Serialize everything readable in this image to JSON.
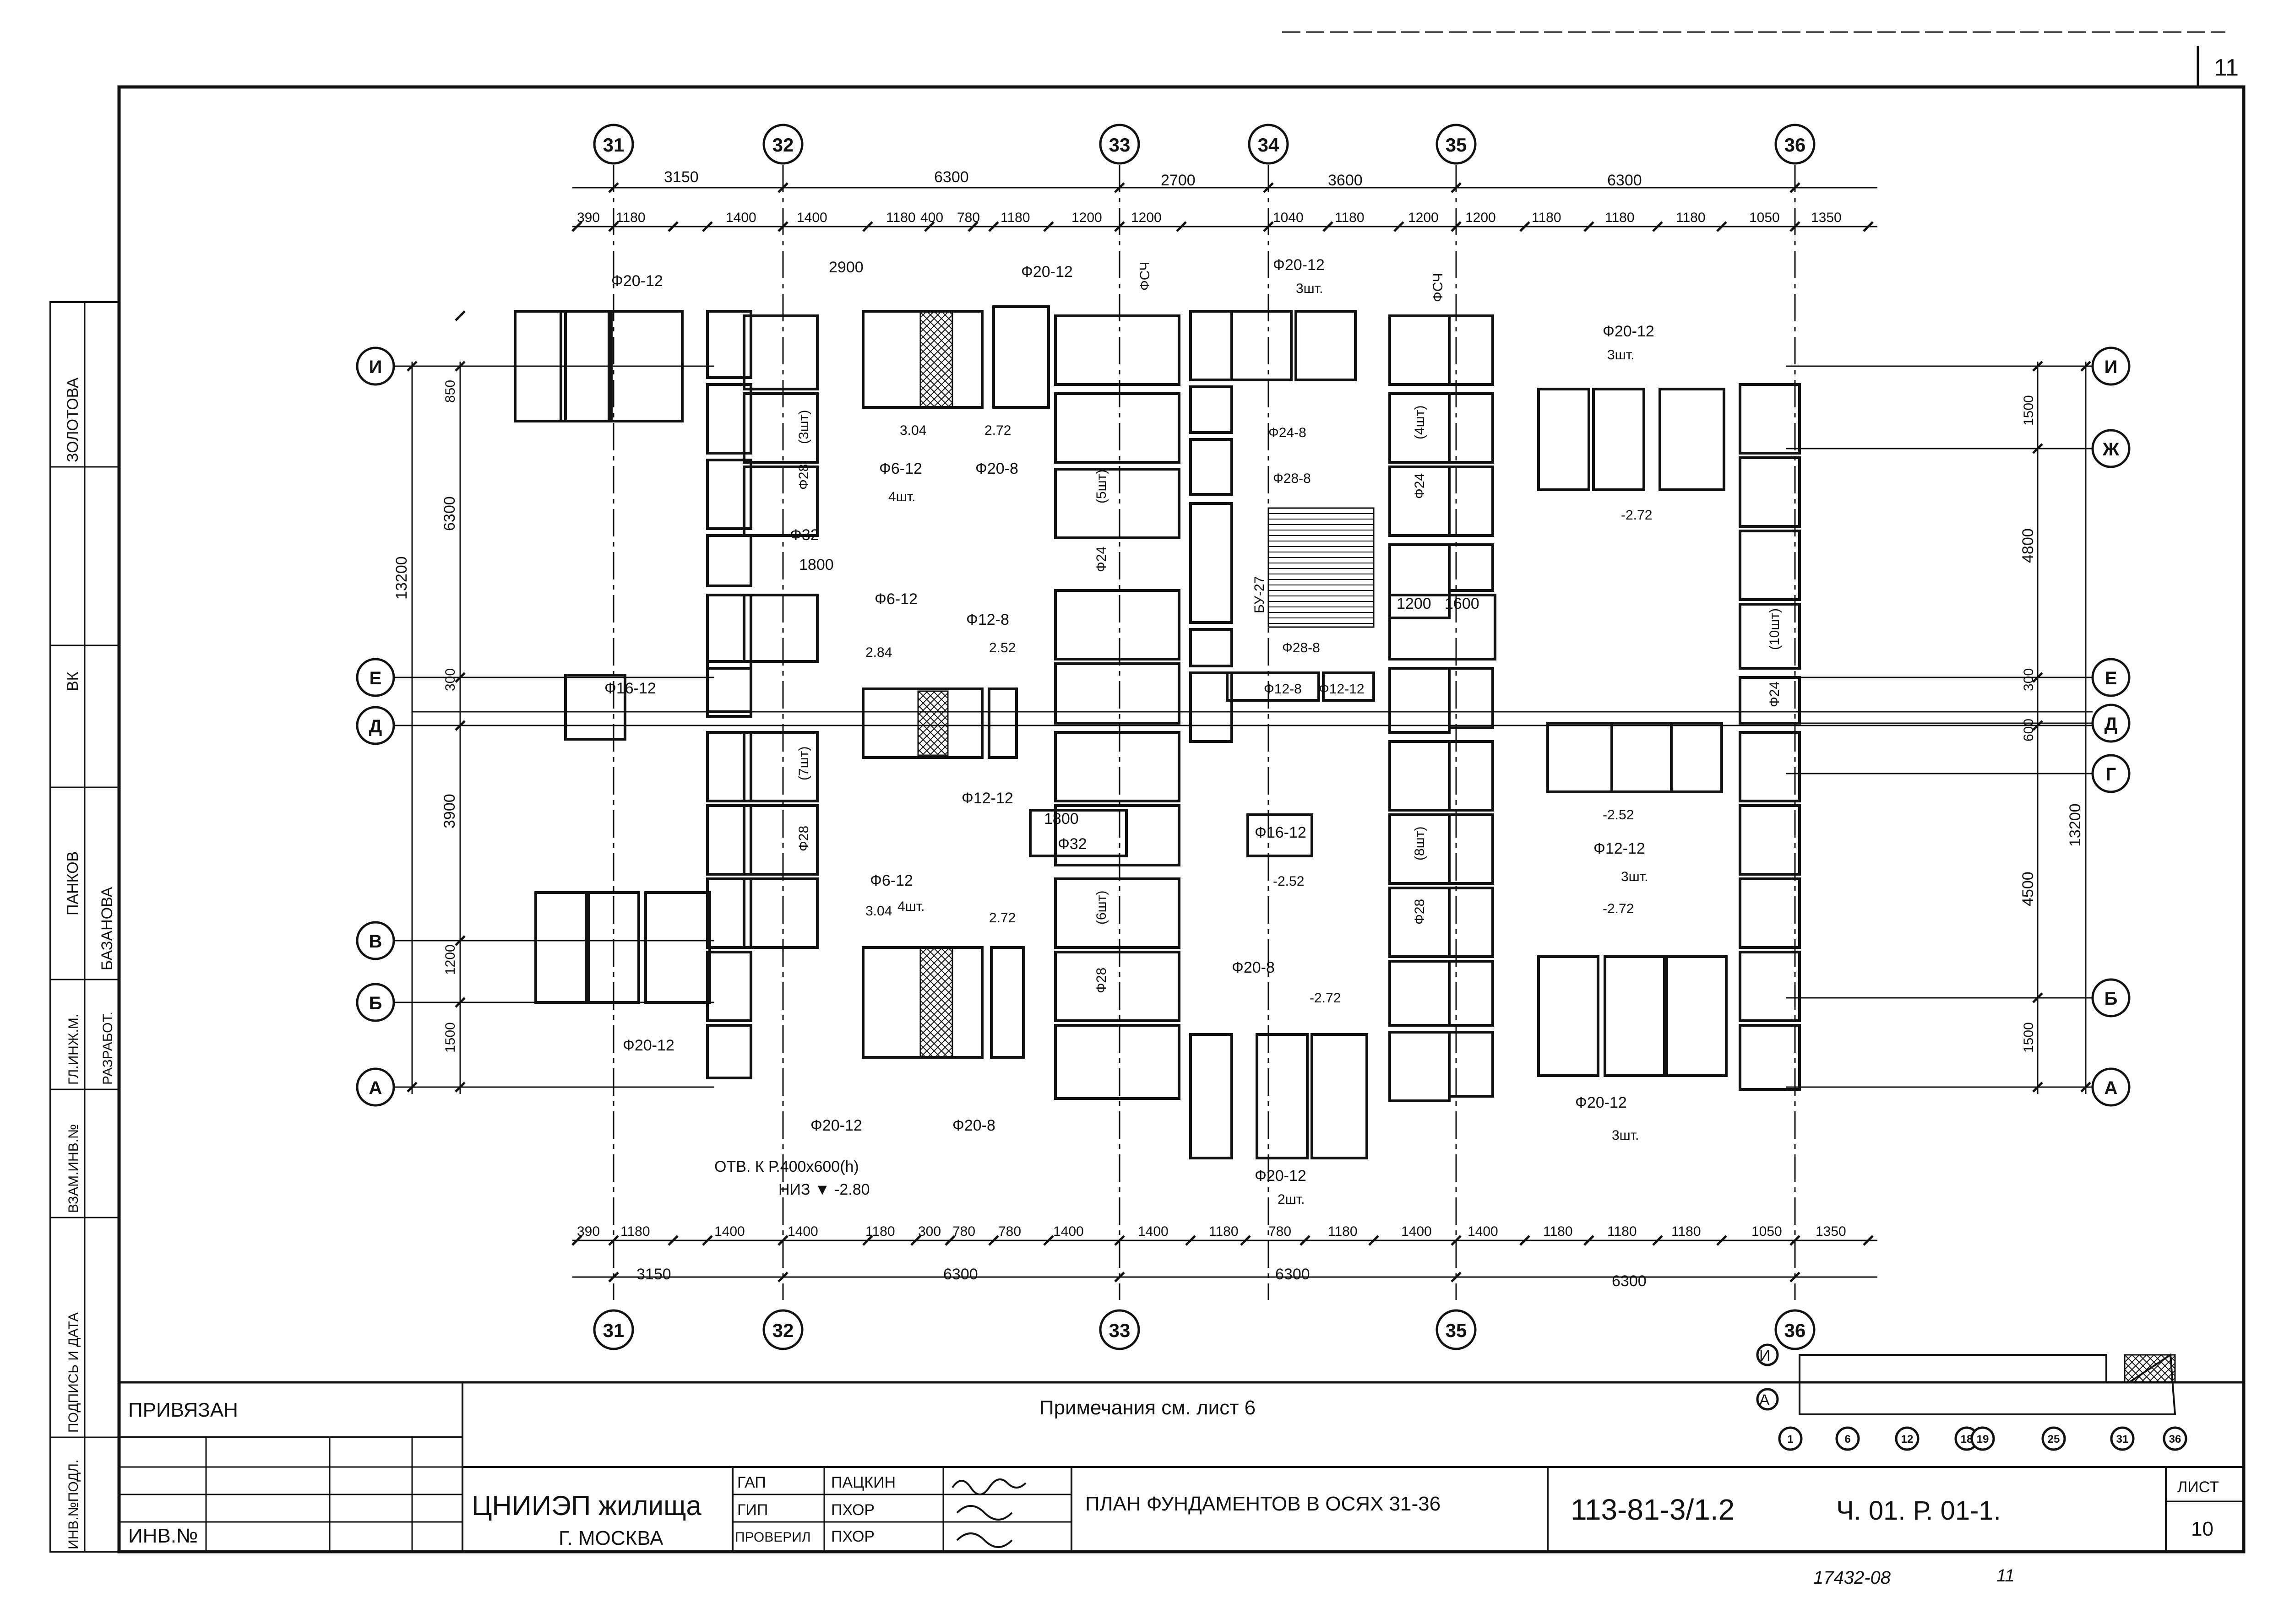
{
  "sheet": {
    "page_number": "11",
    "sheet_label": "ЛИСТ",
    "sheet_no": "10",
    "doc_code": "113-81-3/1.2",
    "part_code": "Ч. 01. Р. 01-1.",
    "title": "ПЛАН ФУНДАМЕНТОВ В ОСЯХ 31-36",
    "org": "ЦНИИЭП жилища",
    "city": "Г. МОСКВА",
    "note": "Примечания см. лист 6",
    "bound": "ПРИВЯЗАН",
    "inv_no": "ИНВ.№",
    "stamp_bottom": "17432-08",
    "stamp_bottom_right": "11",
    "roles": [
      {
        "role": "ГАП",
        "name": "ПАЦКИН"
      },
      {
        "role": "ГИП",
        "name": "ПХОР"
      },
      {
        "role": "ПРОВЕРИЛ",
        "name": "ПХОР"
      }
    ],
    "side_rows": [
      {
        "role": "ВК",
        "name": "ЗОЛОТОВА"
      },
      {
        "role": "ГЛ.ИНЖ.М.",
        "name": "ПАНКОВ"
      },
      {
        "role": "РАЗРАБОТ.",
        "name": "БАЗАНОВА"
      }
    ],
    "side_fields": [
      "ВЗАМ.ИНВ.№",
      "ПОДПИСЬ И ДАТА",
      "ИНВ.№ПОДЛ."
    ]
  },
  "axes": {
    "vertical": [
      "31",
      "32",
      "33",
      "34",
      "35",
      "36"
    ],
    "horizontal_left": [
      "И",
      "Е",
      "Д",
      "В",
      "Б",
      "А"
    ],
    "horizontal_right": [
      "И",
      "Ж",
      "Е",
      "Д",
      "Г",
      "Б",
      "А"
    ]
  },
  "dims": {
    "top_spans": [
      "3150",
      "6300",
      "2700",
      "3600",
      "6300"
    ],
    "top_detail": [
      "390",
      "1180",
      "1400",
      "1400",
      "1180",
      "400",
      "780",
      "1180",
      "1200",
      "1200",
      "1040",
      "1180",
      "1200",
      "1200",
      "1180",
      "1180",
      "1180",
      "1050",
      "1350"
    ],
    "bottom_spans": [
      "3150",
      "6300",
      "6300",
      "6300"
    ],
    "bottom_detail": [
      "390",
      "1180",
      "1400",
      "1400",
      "1180",
      "300",
      "780",
      "780",
      "1400",
      "1400",
      "1180",
      "780",
      "1180",
      "1400",
      "1400",
      "1180",
      "1180",
      "1180",
      "1050",
      "1350"
    ],
    "left_total": "13200",
    "left_parts": [
      "850",
      "6300",
      "300",
      "3900",
      "1200",
      "1500"
    ],
    "right_total": "13200",
    "right_parts": [
      "1500",
      "4800",
      "300",
      "600",
      "4500",
      "1500"
    ]
  },
  "labels": {
    "f20_12": "Ф20-12",
    "f20_12_3": "3шт.",
    "f20_12_2": "2шт.",
    "f28": "Ф28",
    "f32": "Ф32",
    "f24": "Ф24",
    "f24_8": "Ф24-8",
    "f28_8": "Ф28-8",
    "f12_8": "Ф12-8",
    "f12_12": "Ф12-12",
    "f6_12": "Ф6-12",
    "f6_12_4": "4шт.",
    "f20_8": "Ф20-8",
    "f16_12": "Ф16-12",
    "fsch": "ФСЧ",
    "bu": "БУ-27",
    "lvl_304": "3.04",
    "lvl_272": "2.72",
    "lvl_m272": "-2.72",
    "lvl_284": "2.84",
    "lvl_252": "2.52",
    "lvl_m252": "-2.52",
    "otv": "ОТВ. К Р.400х600(h)",
    "niz": "НИЗ ▼ -2.80",
    "n3": "(3шт)",
    "n5": "(5шт)",
    "n4": "(4шт)",
    "n7": "(7шт)",
    "n6": "(6шт)",
    "n8": "(8шт)",
    "n10": "(10шт)",
    "d1800": "1800",
    "d1400": "1400",
    "d2900": "2900",
    "d1200": "1200",
    "d1600": "1600"
  },
  "keyplan": {
    "axes": [
      "1",
      "6",
      "12",
      "18",
      "19",
      "25",
      "31",
      "36"
    ],
    "rows": [
      "И",
      "А"
    ]
  }
}
